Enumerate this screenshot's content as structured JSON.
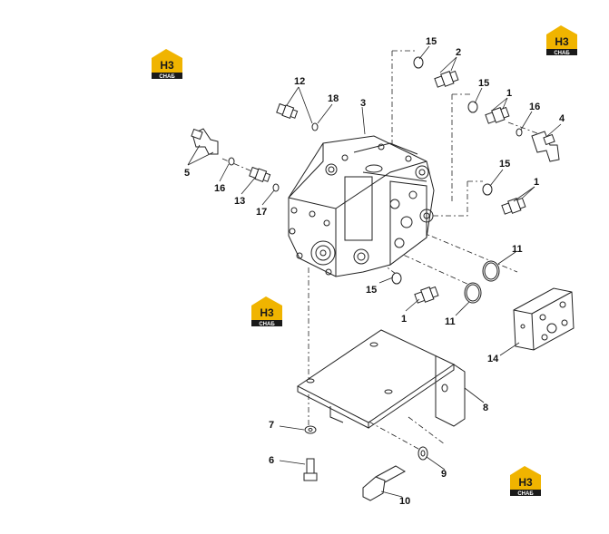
{
  "callouts": {
    "c1a": "1",
    "c1b": "1",
    "c1c": "1",
    "c2": "2",
    "c3": "3",
    "c4": "4",
    "c5": "5",
    "c6": "6",
    "c7": "7",
    "c8": "8",
    "c9": "9",
    "c10": "10",
    "c11a": "11",
    "c11b": "11",
    "c12": "12",
    "c13": "13",
    "c14": "14",
    "c15a": "15",
    "c15b": "15",
    "c15c": "15",
    "c15d": "15",
    "c16a": "16",
    "c16b": "16",
    "c17": "17",
    "c18": "18"
  },
  "watermark": {
    "letters": "H3",
    "sub": "СНАБ"
  },
  "colors": {
    "logo_yellow": "#f0b400",
    "logo_dark": "#1a1a1a",
    "line": "#222222"
  }
}
